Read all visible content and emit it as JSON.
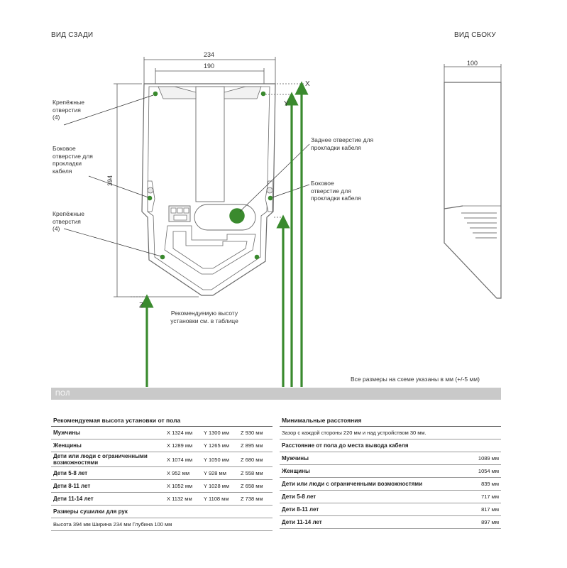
{
  "views": {
    "rear": "ВИД СЗАДИ",
    "side": "ВИД СБОКУ"
  },
  "dimensions": {
    "width_outer": "234",
    "width_inner": "190",
    "height": "394",
    "depth": "100"
  },
  "axes": {
    "x": "X",
    "y": "Y",
    "z": "Z"
  },
  "callouts": {
    "mount_top": [
      "Крепёжные",
      "отверстия",
      "(4)"
    ],
    "side_hole_left": [
      "Боковое",
      "отверстие для",
      "прокладки",
      "кабеля"
    ],
    "mount_bottom": [
      "Крепёжные",
      "отверстия",
      "(4)"
    ],
    "rear_hole": [
      "Заднее отверстие для",
      "прокладки кабеля"
    ],
    "side_hole_right": [
      "Боковое",
      "отверстие для",
      "прокладки кабеля"
    ]
  },
  "recommend_note": [
    "Рекомендуемую высоту",
    "установки см. в таблице"
  ],
  "all_dims_note": "Все размеры на схеме указаны в мм (+/-5 мм)",
  "floor_label": "ПОЛ",
  "colors": {
    "green": "#3a8a2e",
    "line": "#6a6a6a",
    "floor": "#c9c9c9"
  },
  "left_table": {
    "title": "Рекомендуемая высота установки от пола",
    "rows": [
      {
        "label": "Мужчины",
        "x": "X  1324 мм",
        "y": "Y  1300 мм",
        "z": "Z  930 мм"
      },
      {
        "label": "Женщины",
        "x": "X  1289 мм",
        "y": "Y  1265 мм",
        "z": "Z  895 мм"
      },
      {
        "label": "Дети или люди с ограниченными возможностями",
        "x": "X  1074 мм",
        "y": "Y  1050 мм",
        "z": "Z  680 мм"
      },
      {
        "label": "Дети 5-8 лет",
        "x": "X  952 мм",
        "y": "Y  928 мм",
        "z": "Z  558 мм"
      },
      {
        "label": "Дети 8-11 лет",
        "x": "X  1052 мм",
        "y": "Y  1028 мм",
        "z": "Z  658 мм"
      },
      {
        "label": "Дети 11-14 лет",
        "x": "X  1132 мм",
        "y": "Y  1108 мм",
        "z": "Z  738 мм"
      }
    ],
    "size_title": "Размеры сушилки для рук",
    "size_text": "Высота 394 мм Ширина 234 мм Глубина 100 мм"
  },
  "right_table": {
    "title": "Минимальные расстояния",
    "clearance": "Зазор с каждой стороны 220 мм и над устройством 30 мм.",
    "cable_title": "Расстояние от пола до места вывода кабеля",
    "rows": [
      {
        "label": "Мужчины",
        "value": "1089 мм"
      },
      {
        "label": "Женщины",
        "value": "1054 мм"
      },
      {
        "label": "Дети или люди с ограниченными возможностями",
        "value": "839 мм"
      },
      {
        "label": "Дети 5-8 лет",
        "value": "717 мм"
      },
      {
        "label": "Дети 8-11 лет",
        "value": "817 мм"
      },
      {
        "label": "Дети 11-14 лет",
        "value": "897 мм"
      }
    ]
  }
}
